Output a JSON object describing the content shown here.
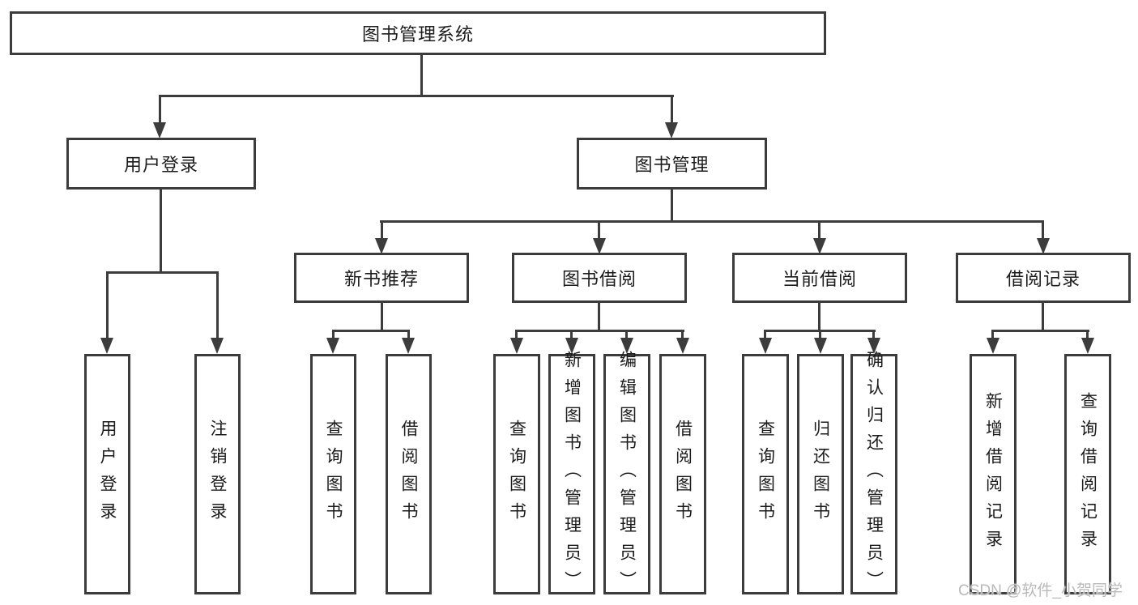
{
  "diagram": {
    "root": {
      "label": "图书管理系统"
    },
    "level2": [
      {
        "id": "user-login",
        "label": "用户登录"
      },
      {
        "id": "book-management",
        "label": "图书管理"
      }
    ],
    "level3": [
      {
        "id": "new-book-recommend",
        "label": "新书推荐",
        "parent": "图书管理"
      },
      {
        "id": "book-borrow",
        "label": "图书借阅",
        "parent": "图书管理"
      },
      {
        "id": "current-borrow",
        "label": "当前借阅",
        "parent": "图书管理"
      },
      {
        "id": "borrow-records",
        "label": "借阅记录",
        "parent": "图书管理"
      }
    ],
    "leaves": [
      {
        "label": "用户登录",
        "parent": "用户登录"
      },
      {
        "label": "注销登录",
        "parent": "用户登录"
      },
      {
        "label": "查询图书",
        "parent": "新书推荐"
      },
      {
        "label": "借阅图书",
        "parent": "新书推荐"
      },
      {
        "label": "查询图书",
        "parent": "图书借阅"
      },
      {
        "label": "新增图书（管理员）",
        "parent": "图书借阅"
      },
      {
        "label": "编辑图书（管理员）",
        "parent": "图书借阅"
      },
      {
        "label": "借阅图书",
        "parent": "图书借阅"
      },
      {
        "label": "查询图书",
        "parent": "当前借阅"
      },
      {
        "label": "归还图书",
        "parent": "当前借阅"
      },
      {
        "label": "确认归还（管理员）",
        "parent": "当前借阅"
      },
      {
        "label": "新增借阅记录",
        "parent": "借阅记录"
      },
      {
        "label": "查询借阅记录",
        "parent": "借阅记录"
      }
    ],
    "colors": {
      "line": "#3c3c3c",
      "text": "#1c1c1c",
      "background": "#ffffff",
      "watermark": "#b9b9b9"
    }
  },
  "watermark": {
    "text": "CSDN @软件_小贺同学"
  }
}
